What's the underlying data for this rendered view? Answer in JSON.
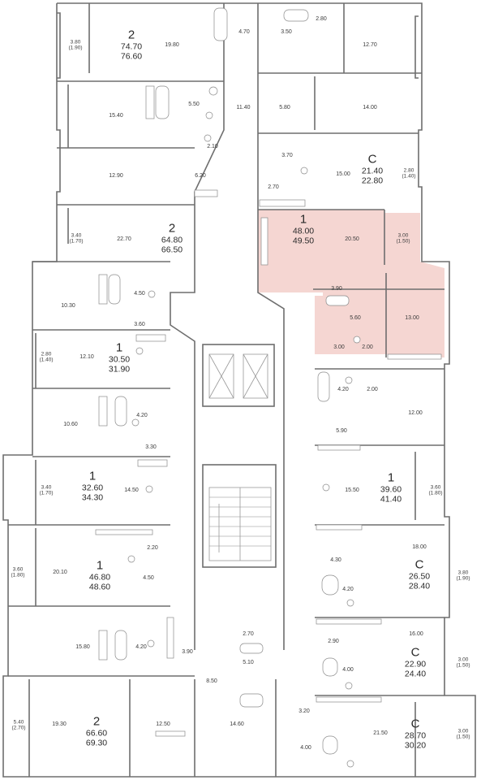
{
  "colors": {
    "wall": "#6e6e6e",
    "highlight": "#f5d6d2"
  },
  "apartments": [
    {
      "id": "a1",
      "rooms": "2",
      "living": "74.70",
      "total": "76.60"
    },
    {
      "id": "a2",
      "rooms": "C",
      "living": "21.40",
      "total": "22.80"
    },
    {
      "id": "a3",
      "rooms": "2",
      "living": "64.80",
      "total": "66.50"
    },
    {
      "id": "a4",
      "rooms": "1",
      "living": "48.00",
      "total": "49.50",
      "highlighted": true
    },
    {
      "id": "a5",
      "rooms": "1",
      "living": "30.50",
      "total": "31.90"
    },
    {
      "id": "a6",
      "rooms": "1",
      "living": "32.60",
      "total": "34.30"
    },
    {
      "id": "a7",
      "rooms": "1",
      "living": "39.60",
      "total": "41.40"
    },
    {
      "id": "a8",
      "rooms": "1",
      "living": "46.80",
      "total": "48.60"
    },
    {
      "id": "a9",
      "rooms": "C",
      "living": "26.50",
      "total": "28.40"
    },
    {
      "id": "a10",
      "rooms": "C",
      "living": "22.90",
      "total": "24.40"
    },
    {
      "id": "a11",
      "rooms": "2",
      "living": "66.60",
      "total": "69.30"
    },
    {
      "id": "a12",
      "rooms": "C",
      "living": "28.70",
      "total": "30.20"
    }
  ],
  "rooms": [
    "19.80",
    "4.70",
    "3.50",
    "2.80",
    "12.70",
    "15.40",
    "5.50",
    "11.40",
    "5.80",
    "14.00",
    "2.10",
    "3.70",
    "15.00",
    "12.90",
    "6.20",
    "2.70",
    "22.70",
    "20.50",
    "4.50",
    "10.30",
    "3.60",
    "3.90",
    "5.60",
    "13.00",
    "12.10",
    "3.00",
    "2.00",
    "4.20",
    "2.00",
    "10.60",
    "4.20",
    "12.00",
    "5.90",
    "3.30",
    "14.50",
    "15.50",
    "18.00",
    "2.20",
    "4.30",
    "20.10",
    "4.50",
    "4.20",
    "16.00",
    "2.70",
    "15.80",
    "4.20",
    "3.90",
    "2.90",
    "5.10",
    "4.00",
    "8.50",
    "3.20",
    "19.30",
    "12.50",
    "14.60",
    "21.50",
    "4.00"
  ],
  "balconies": [
    {
      "area": "3.80",
      "reduced": "(1.90)"
    },
    {
      "area": "2.80",
      "reduced": "(1.40)"
    },
    {
      "area": "3.40",
      "reduced": "(1.70)"
    },
    {
      "area": "3.00",
      "reduced": "(1.50)"
    },
    {
      "area": "2.80",
      "reduced": "(1.40)"
    },
    {
      "area": "3.40",
      "reduced": "(1.70)"
    },
    {
      "area": "3.60",
      "reduced": "(1.80)"
    },
    {
      "area": "3.60",
      "reduced": "(1.80)"
    },
    {
      "area": "3.80",
      "reduced": "(1.90)"
    },
    {
      "area": "3.00",
      "reduced": "(1.50)"
    },
    {
      "area": "5.40",
      "reduced": "(2.70)"
    },
    {
      "area": "3.00",
      "reduced": "(1.50)"
    }
  ]
}
